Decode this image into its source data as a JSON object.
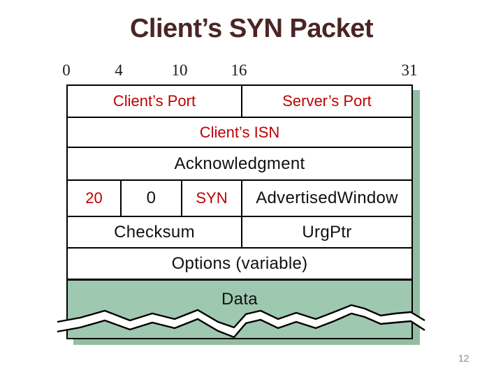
{
  "title": "Client’s SYN Packet",
  "page_number": "12",
  "bit_ruler": {
    "ticks": [
      {
        "label": "0"
      },
      {
        "label": "4"
      },
      {
        "label": "10"
      },
      {
        "label": "16"
      },
      {
        "label": "31"
      }
    ]
  },
  "packet": {
    "src_port": "Client’s Port",
    "dst_port": "Server’s Port",
    "sequence_num": "Client’s ISN",
    "acknowledgment": "Acknowledgment",
    "hdr_len": "20",
    "reserved": "0",
    "flags": "SYN",
    "adv_window": "AdvertisedWindow",
    "checksum": "Checksum",
    "urg_ptr": "UrgPtr",
    "options": "Options (variable)",
    "data": "Data"
  },
  "colors": {
    "accent_red": "#c00000",
    "title_color": "#4b2423",
    "data_green": "#9fc8b0",
    "shadow_green": "#92bda3",
    "line_black": "#000000",
    "page_number_gray": "#8a8a8a"
  }
}
